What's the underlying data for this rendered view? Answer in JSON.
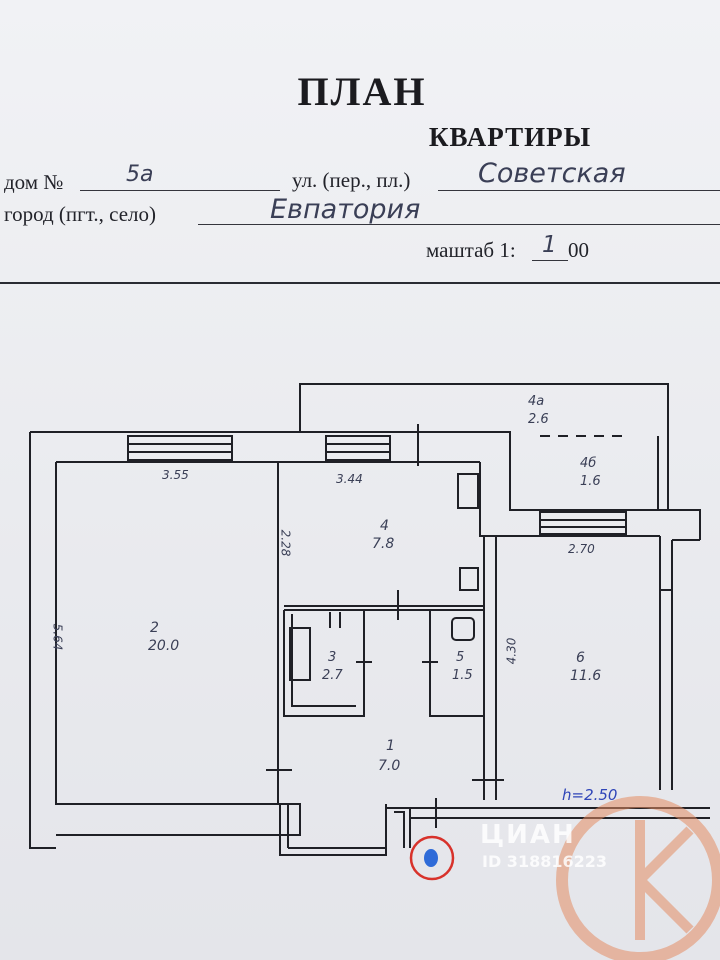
{
  "header": {
    "title": "ПЛАН",
    "subtitle": "КВАРТИРЫ",
    "house_label": "дом №",
    "house_value": "5а",
    "street_label": "ул. (пер., пл.)",
    "street_value": "Советская",
    "city_label": "город (пгт., село)",
    "city_value": "Евпатория",
    "scale_label": "маштаб 1:",
    "scale_hand": "1",
    "scale_suffix": "00"
  },
  "rooms": [
    {
      "number": "1",
      "area": "7.0"
    },
    {
      "number": "2",
      "area": "20.0"
    },
    {
      "number": "3",
      "area": "2.7"
    },
    {
      "number": "4",
      "area": "7.8"
    },
    {
      "number": "4а",
      "area": "2.6"
    },
    {
      "number": "4б",
      "area": "1.6"
    },
    {
      "number": "5",
      "area": "1.5"
    },
    {
      "number": "6",
      "area": "11.6"
    }
  ],
  "dimensions": {
    "room2_width": "3.55",
    "room2_length": "5.64",
    "room4_width": "3.44",
    "room4_depth": "2.28",
    "room6_width": "2.70",
    "room6_length": "4.30"
  },
  "ceiling_height": "h=2.50",
  "watermark": {
    "brand": "ЦИАН",
    "listing_id": "ID 318816223"
  },
  "colors": {
    "ink": "#1b1b1f",
    "handwriting": "#3a3f56",
    "blue_marker": "#2f6bd8",
    "red_circle": "#d8322b",
    "watermark": "#e38c62"
  }
}
